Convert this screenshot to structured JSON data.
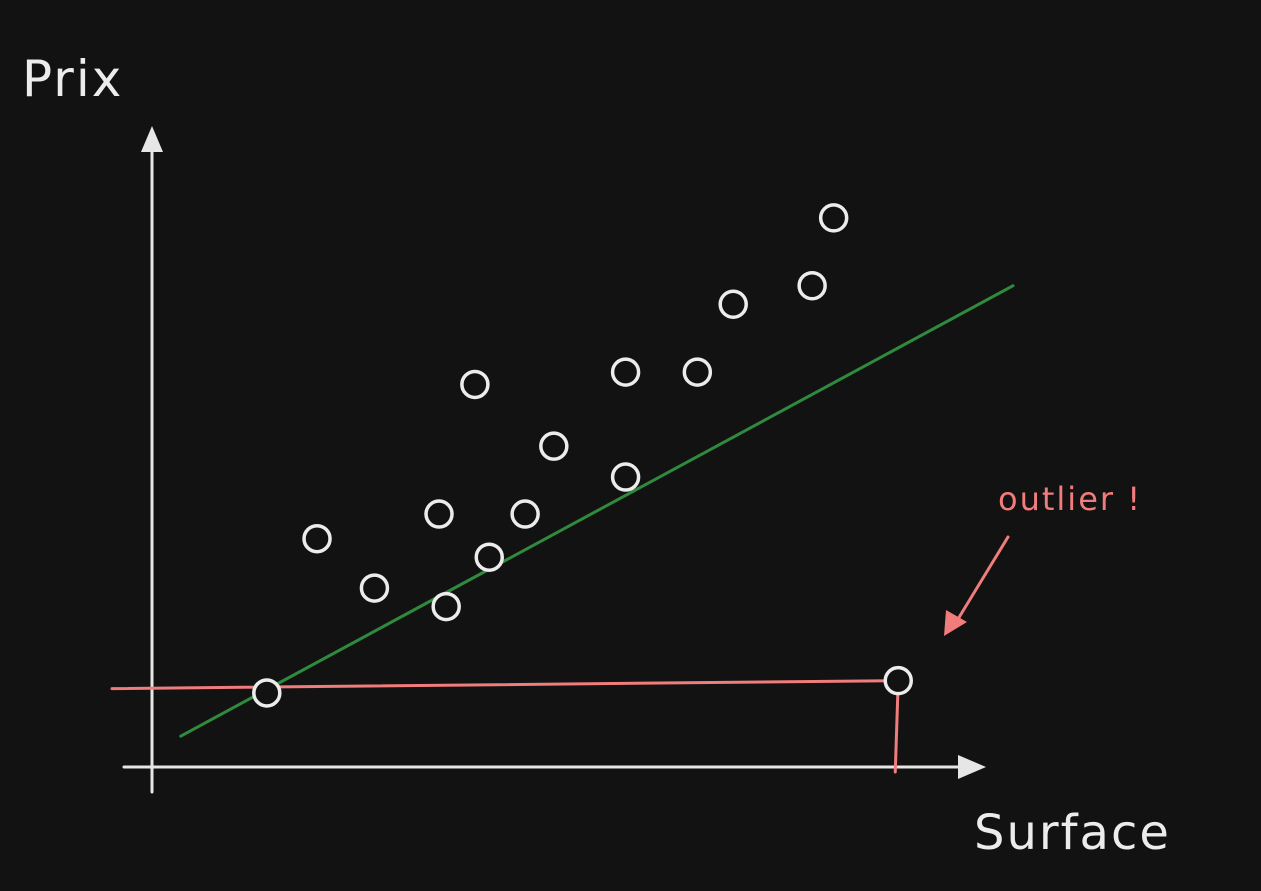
{
  "chart_data": {
    "type": "scatter",
    "xlabel": "Surface",
    "ylabel": "Prix",
    "grid": false,
    "colors": {
      "background": "#121212",
      "axis": "#e6e6e6",
      "points": "#ececec",
      "trend": "#2f8a3e",
      "outlier": "#f07c7c"
    },
    "points": [
      {
        "x": 0.12,
        "y": 0.12
      },
      {
        "x": 0.19,
        "y": 0.37
      },
      {
        "x": 0.27,
        "y": 0.29
      },
      {
        "x": 0.36,
        "y": 0.41
      },
      {
        "x": 0.37,
        "y": 0.26
      },
      {
        "x": 0.43,
        "y": 0.34
      },
      {
        "x": 0.41,
        "y": 0.62
      },
      {
        "x": 0.48,
        "y": 0.41
      },
      {
        "x": 0.52,
        "y": 0.52
      },
      {
        "x": 0.62,
        "y": 0.47
      },
      {
        "x": 0.62,
        "y": 0.64
      },
      {
        "x": 0.72,
        "y": 0.64
      },
      {
        "x": 0.77,
        "y": 0.75
      },
      {
        "x": 0.88,
        "y": 0.78
      },
      {
        "x": 0.91,
        "y": 0.89
      }
    ],
    "outlier": {
      "x": 1.0,
      "y": 0.14,
      "label": "outlier !"
    },
    "trend_line": {
      "x": [
        0.0,
        1.16
      ],
      "y": [
        0.05,
        0.78
      ]
    },
    "xlim": [
      -0.04,
      1.1
    ],
    "ylim": [
      0,
      1.0
    ]
  }
}
